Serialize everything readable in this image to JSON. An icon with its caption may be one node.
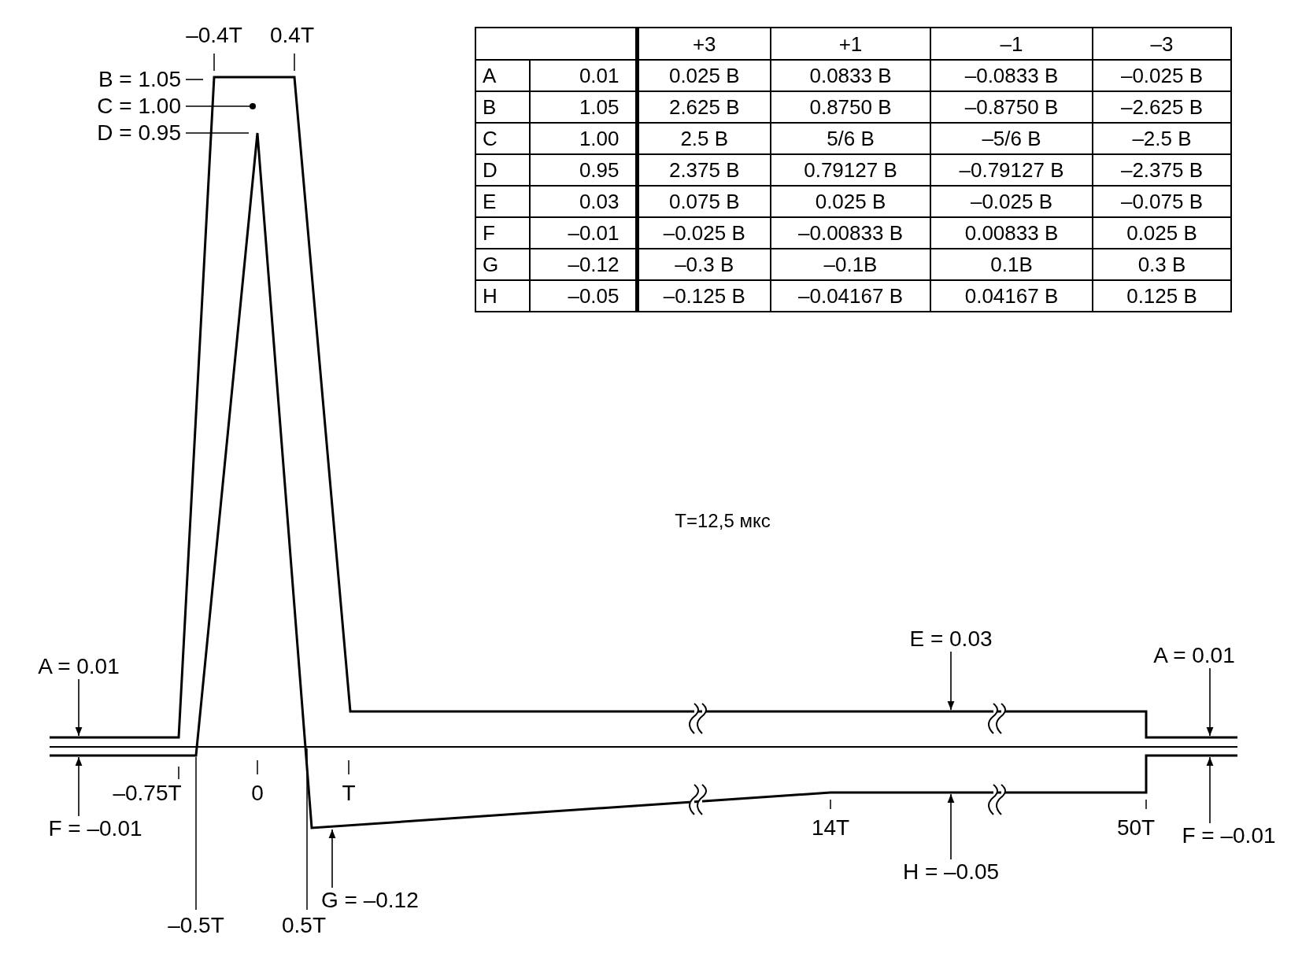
{
  "diagram": {
    "nodes": [
      {
        "text": [
          "B = 1.05"
        ]
      },
      {
        "text": [
          "C = 1.00"
        ]
      },
      {
        "text": [
          "D = 0.95"
        ]
      },
      {
        "text": [
          "A = 0.01"
        ]
      },
      {
        "text": [
          "F = –0.01"
        ]
      },
      {
        "text": [
          "E = 0.03"
        ]
      },
      {
        "text": [
          "H = –0.05"
        ]
      },
      {
        "text": [
          "G = –0.12"
        ]
      },
      {
        "text": [
          "A = 0.01"
        ]
      },
      {
        "text": [
          "F = –0.01"
        ]
      }
    ],
    "edges": [
      {
        "from": 0,
        "to": null,
        "arrow": "none"
      },
      {
        "from": 1,
        "to": null,
        "arrow": "other"
      },
      {
        "from": 2,
        "to": null,
        "arrow": "none"
      },
      {
        "from": 3,
        "to": null,
        "arrow": "to"
      },
      {
        "from": 4,
        "to": null,
        "arrow": "to"
      },
      {
        "from": 5,
        "to": null,
        "arrow": "to"
      },
      {
        "from": 6,
        "to": null,
        "arrow": "to"
      },
      {
        "from": 7,
        "to": null,
        "arrow": "to"
      },
      {
        "from": 8,
        "to": null,
        "arrow": "to"
      },
      {
        "from": 9,
        "to": null,
        "arrow": "to"
      }
    ],
    "labels": [
      "–0.4T",
      "0.4T",
      "+3",
      "+1",
      "–1",
      "–3",
      "A",
      "0.01",
      "0.025 В",
      "0.0833 В",
      "–0.0833 В",
      "–0.025 В",
      "B",
      "1.05",
      "2.625 В",
      "0.8750 В",
      "–0.8750 В",
      "–2.625 В",
      "C",
      "1.00",
      "2.5 В",
      "5/6 В",
      "–5/6 В",
      "–2.5 В",
      "D",
      "0.95",
      "2.375 В",
      "0.79127 В",
      "–0.79127 В",
      "–2.375 В",
      "E",
      "0.03",
      "0.075 В",
      "0.025 В",
      "–0.025 В",
      "–0.075 В",
      "F",
      "–0.01",
      "–0.025 В",
      "–0.00833 В",
      "0.00833 В",
      "0.025 В",
      "G",
      "–0.12",
      "–0.3 В",
      "–0.1В",
      "0.1В",
      "0.3 В",
      "H",
      "–0.05",
      "–0.125 В",
      "–0.04167 В",
      "0.04167 В",
      "0.125 В",
      "T=12,5 мкс",
      "–0.75T",
      "0",
      "T",
      "14T",
      "50T",
      "–0.5T",
      "0.5T"
    ]
  }
}
